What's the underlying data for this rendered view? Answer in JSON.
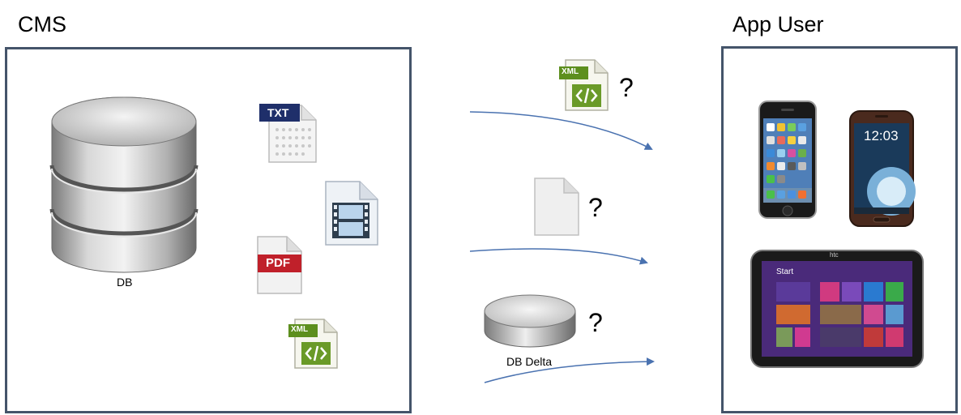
{
  "cms": {
    "title": "CMS",
    "db_label": "DB",
    "files": [
      {
        "name": "txt-file-icon",
        "badge": "TXT"
      },
      {
        "name": "video-file-icon"
      },
      {
        "name": "pdf-file-icon",
        "badge": "PDF"
      },
      {
        "name": "xml-file-icon",
        "badge": "XML"
      }
    ]
  },
  "transfer": {
    "xml_badge": "XML",
    "question_mark": "?",
    "delta_label": "DB Delta"
  },
  "app_user": {
    "title": "App User",
    "devices": [
      "iphone-icon",
      "android-phone-icon",
      "windows-tablet-icon"
    ],
    "phone_time": "12:03",
    "tablet_brand": "htc",
    "tablet_start": "Start"
  },
  "colors": {
    "panel_border": "#44546a",
    "arrow": "#4a72b0",
    "pdf_red": "#c0202a",
    "txt_navy": "#1f2f6a",
    "xml_green": "#5d8f1e"
  }
}
